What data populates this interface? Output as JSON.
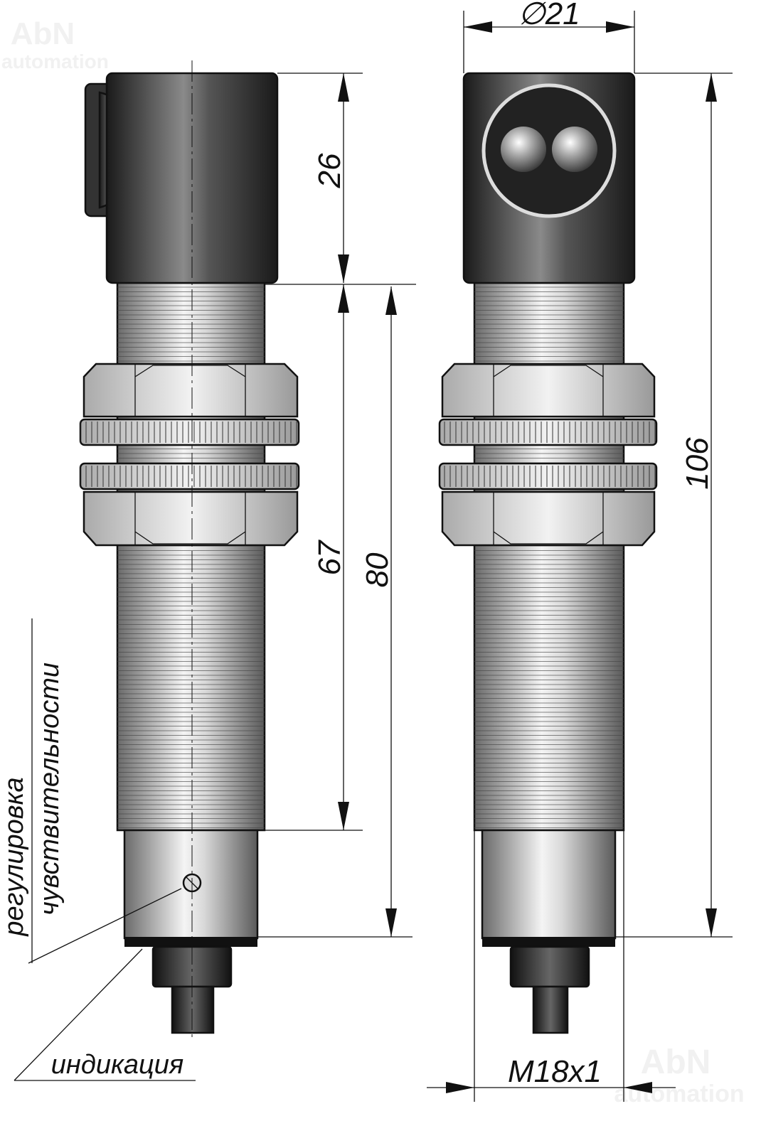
{
  "watermark": {
    "brand": "AbN",
    "sub": "automation"
  },
  "dimensions": {
    "diameter": "∅21",
    "head_height": "26",
    "thread_length": "67",
    "body_length": "80",
    "total_length": "106",
    "thread_spec": "M18x1"
  },
  "labels": {
    "adjust_line1": "регулировка",
    "adjust_line2": "чувствительности",
    "indication": "индикация"
  },
  "colors": {
    "outline": "#111111",
    "metal_light": "#f2f2f2",
    "metal_dark": "#555555",
    "head_dark": "#1e1e1e"
  }
}
